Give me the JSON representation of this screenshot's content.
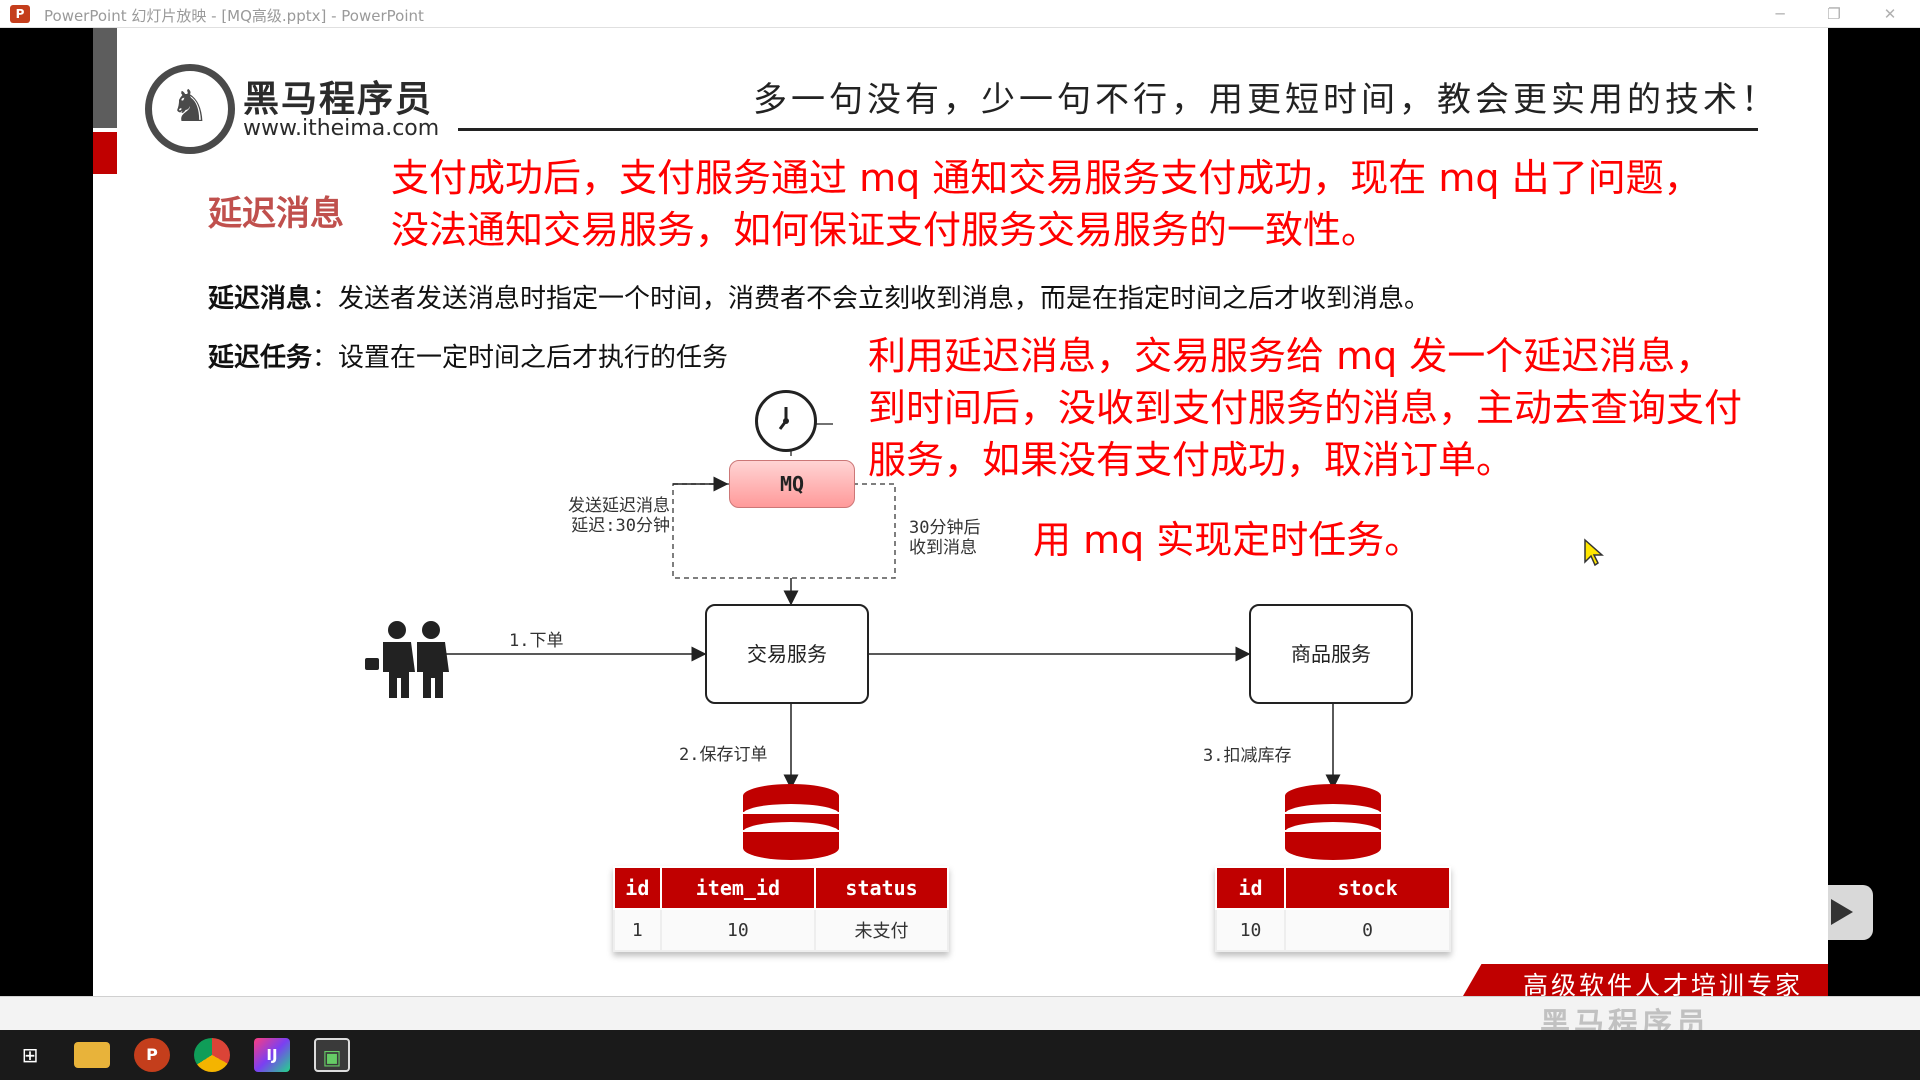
{
  "window": {
    "title": "PowerPoint 幻灯片放映 - [MQ高级.pptx] - PowerPoint",
    "app_icon_letter": "P"
  },
  "slide": {
    "logo": {
      "name": "黑马程序员",
      "url": "www.itheima.com"
    },
    "slogan": "多一句没有，少一句不行，用更短时间，教会更实用的技术！",
    "section_title": "延迟消息",
    "red_note_top": [
      "支付成功后，支付服务通过 mq 通知交易服务支付成功，现在 mq 出了问题，",
      "没法通知交易服务，如何保证支付服务交易服务的一致性。"
    ],
    "definitions": [
      {
        "term": "延迟消息",
        "text": "：发送者发送消息时指定一个时间，消费者不会立刻收到消息，而是在指定时间之后才收到消息。"
      },
      {
        "term": "延迟任务",
        "text": "：设置在一定时间之后才执行的任务"
      }
    ],
    "red_note_right": [
      "利用延迟消息，交易服务给 mq 发一个延迟消息，",
      "到时间后，没收到支付服务的消息，主动去查询支付",
      "服务，如果没有支付成功，取消订单。"
    ],
    "red_note_timer": "用 mq 实现定时任务。",
    "diagram": {
      "mq_label": "MQ",
      "send_delay_label": [
        "发送延迟消息",
        "延迟:30分钟"
      ],
      "receive_label": [
        "30分钟后",
        "收到消息"
      ],
      "order_label": "1.下单",
      "trade_service": "交易服务",
      "goods_service": "商品服务",
      "save_order_label": "2.保存订单",
      "reduce_stock_label": "3.扣减库存",
      "order_table": {
        "headers": [
          "id",
          "item_id",
          "status"
        ],
        "row": [
          "1",
          "10",
          "未支付"
        ]
      },
      "stock_table": {
        "headers": [
          "id",
          "stock"
        ],
        "row": [
          "10",
          "0"
        ]
      }
    },
    "banner": "高级软件人才培训专家"
  },
  "statusbar": {
    "watermark": "黑马程序员"
  },
  "taskbar": {
    "items": [
      "windows-start",
      "file-explorer",
      "powerpoint",
      "chrome",
      "intellij-idea",
      "screen-tool"
    ]
  }
}
